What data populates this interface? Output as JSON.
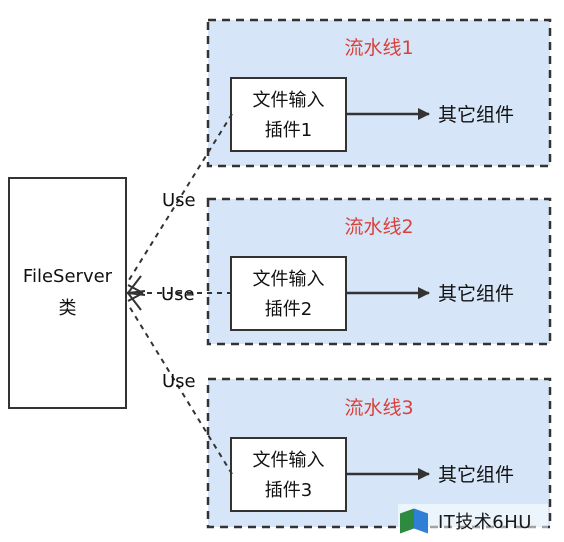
{
  "class_box": {
    "line1": "FileServer",
    "line2": "类"
  },
  "use_label": "Use",
  "pipelines": [
    {
      "title": "流水线1",
      "plugin_line1": "文件输入",
      "plugin_line2": "插件1",
      "other": "其它组件"
    },
    {
      "title": "流水线2",
      "plugin_line1": "文件输入",
      "plugin_line2": "插件2",
      "other": "其它组件"
    },
    {
      "title": "流水线3",
      "plugin_line1": "文件输入",
      "plugin_line2": "插件3",
      "other": "其它组件"
    }
  ],
  "watermark": "IT技术6HU",
  "colors": {
    "pipeline_fill": "#d6e6f8",
    "pipeline_title": "#d9413a",
    "stroke": "#333333"
  }
}
